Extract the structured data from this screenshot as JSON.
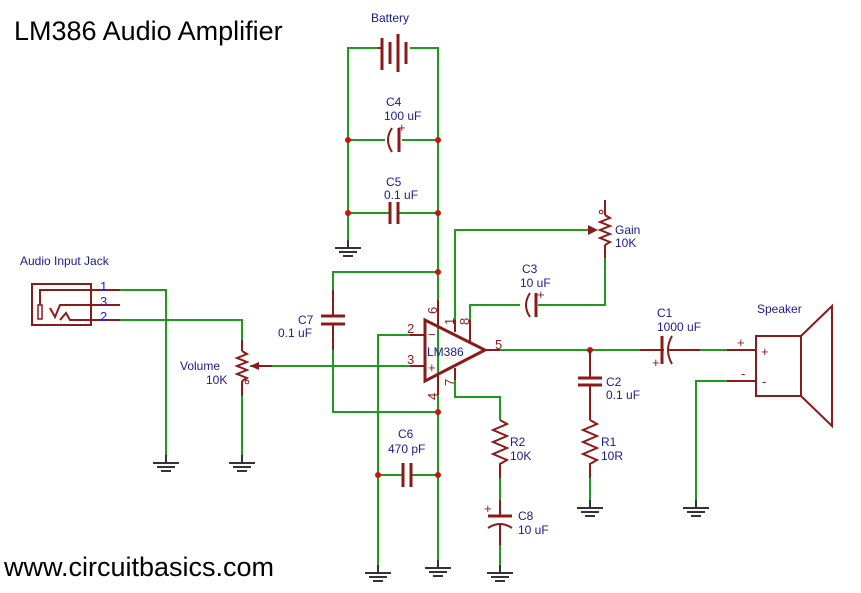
{
  "title": "LM386 Audio Amplifier",
  "footer": "www.circuitbasics.com",
  "colors": {
    "wire": "#1f9a1f",
    "component": "#8b1a1a",
    "label": "#1a1a8c",
    "junction": "#d01010"
  },
  "components": {
    "battery": {
      "name": "Battery"
    },
    "c4": {
      "name": "C4",
      "value": "100 uF"
    },
    "c5": {
      "name": "C5",
      "value": "0.1 uF"
    },
    "c7": {
      "name": "C7",
      "value": "0.1 uF"
    },
    "c3": {
      "name": "C3",
      "value": "10 uF"
    },
    "c1": {
      "name": "C1",
      "value": "1000 uF"
    },
    "c2": {
      "name": "C2",
      "value": "0.1 uF"
    },
    "c6": {
      "name": "C6",
      "value": "470 pF"
    },
    "c8": {
      "name": "C8",
      "value": "10 uF"
    },
    "r1": {
      "name": "R1",
      "value": "10R"
    },
    "r2": {
      "name": "R2",
      "value": "10K"
    },
    "gain": {
      "name": "Gain",
      "value": "10K"
    },
    "volume": {
      "name": "Volume",
      "value": "10K"
    },
    "jack": {
      "name": "Audio Input Jack",
      "pins": [
        "1",
        "3",
        "2"
      ]
    },
    "speaker": {
      "name": "Speaker",
      "plus": "+",
      "minus": "-"
    },
    "ic": {
      "name": "LM386",
      "pins": {
        "p1": "1",
        "p2": "2",
        "p3": "3",
        "p4": "4",
        "p5": "5",
        "p6": "6",
        "p7": "7",
        "p8": "8"
      },
      "inv": "−",
      "noninv": "+"
    }
  }
}
